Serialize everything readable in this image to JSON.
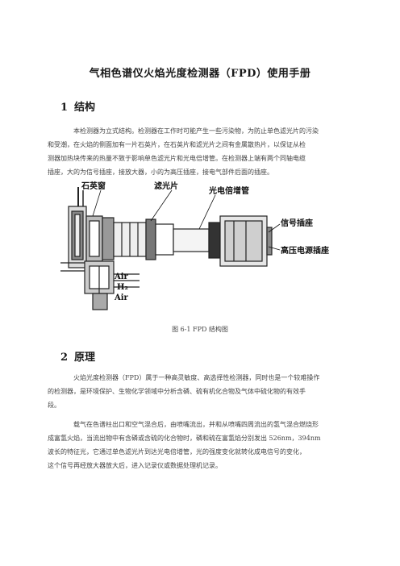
{
  "doc": {
    "title": "气相色谱仪火焰光度检测器（FPD）使用手册"
  },
  "sections": [
    {
      "num": "1",
      "heading": "结构",
      "paragraphs": [
        [
          "本检测器为立式结构。检测器在工作时可能产生一些污染物，为防止单色滤光片的污染",
          "和受潮，在火焰的侧面加有一片石英片，在石英片和滤光片之间有金属散热片，以保证从检",
          "测器加热块传来的热量不致于影响单色滤光片和光电倍增管。在检测器上端有两个同轴电缆",
          "插座，大的为信号插座，接放大器，小的为高压插座，接电气部件后面的插座。"
        ]
      ]
    },
    {
      "num": "2",
      "heading": "原理",
      "paragraphs": [
        [
          "火焰光度检测器（FPD）属于一种高灵敏度、高选择性检测器，同时也是一个较难操作",
          "的检测器，是环境保护、生物化学领域中分析含磷、硫有机化合物及气体中硫化物的有效手",
          "段。"
        ],
        [
          "载气在色谱柱出口和空气混合后，由喷嘴流出，并和从喷嘴四周流出的氢气混合燃烧形",
          "成富氢火焰，当流出物中有含磷或含硫的化合物时，磷和硫在富氢焰分别发出 526nm，394nm",
          "波长的特征光，它通过单色滤光片到达光电倍增管，光的强度变化就转化成电信号的变化，",
          "这个信号再经放大器放大后，进入记录仪或数据处理机记录。"
        ]
      ]
    }
  ],
  "figure": {
    "caption": "图 6-1 FPD 结构图",
    "labels": {
      "quartz_window": "石英窗",
      "filter": "滤光片",
      "pmt": "光电倍增管",
      "signal_socket": "信号插座",
      "hv_socket": "高压电源插座",
      "air1": "Air",
      "h2": "H₂",
      "air2": "Air"
    }
  }
}
